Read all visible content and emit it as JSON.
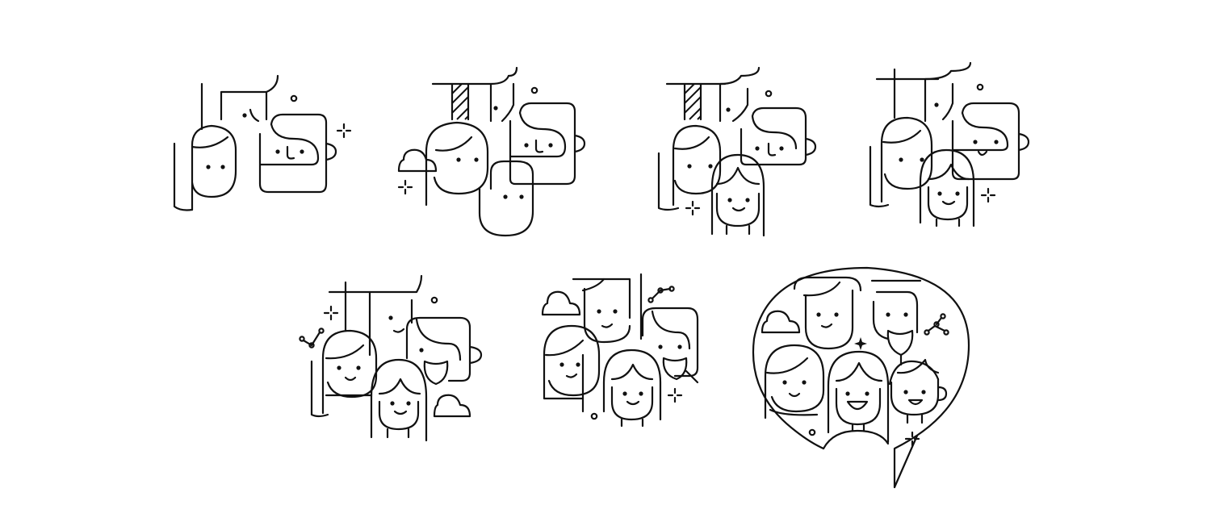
{
  "canvas": {
    "background": "#ffffff",
    "stroke": "#111111"
  },
  "groups": [
    {
      "id": "group-1",
      "people": 3,
      "icons": [
        "sparkle-icon",
        "dot-icon"
      ]
    },
    {
      "id": "group-2",
      "people": 4,
      "icons": [
        "cloud-icon",
        "sparkle-icon",
        "dot-icon"
      ]
    },
    {
      "id": "group-3",
      "people": 4,
      "icons": [
        "sparkle-icon",
        "dot-icon"
      ]
    },
    {
      "id": "group-4",
      "people": 4,
      "icons": [
        "sparkle-icon",
        "dot-icon"
      ]
    },
    {
      "id": "group-5",
      "people": 5,
      "icons": [
        "sparkle-icon",
        "network-icon",
        "cloud-icon",
        "dot-icon"
      ]
    },
    {
      "id": "group-6",
      "people": 5,
      "icons": [
        "cloud-icon",
        "network-icon",
        "sparkle-icon",
        "dot-icon"
      ]
    },
    {
      "id": "group-7",
      "people": 6,
      "icons": [
        "speech-bubble-icon",
        "cloud-icon",
        "network-icon",
        "sparkle-icon",
        "star-icon"
      ]
    }
  ]
}
